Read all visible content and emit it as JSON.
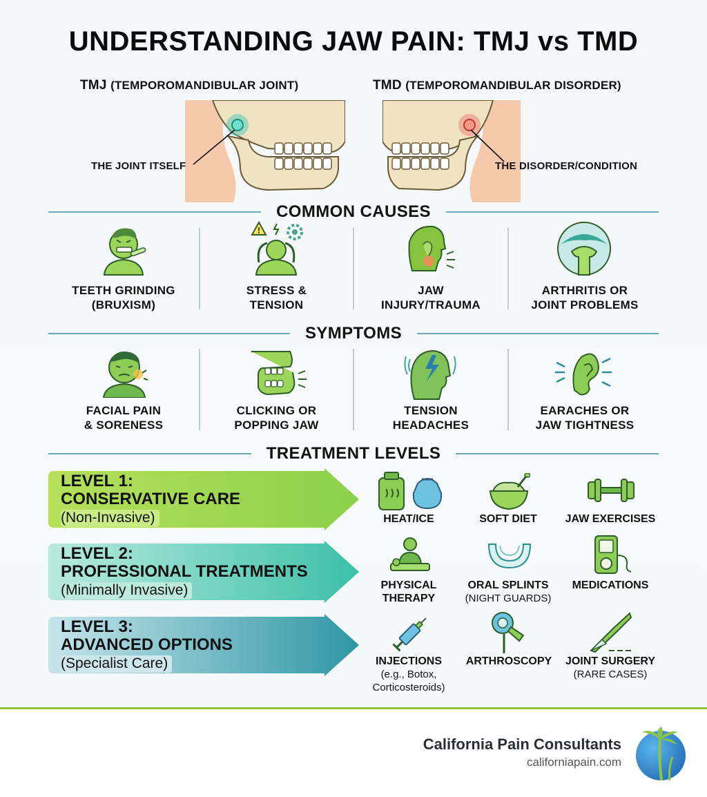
{
  "title": "UNDERSTANDING JAW PAIN: TMJ vs TMD",
  "tmj": {
    "abbr": "TMJ",
    "full": "(TEMPOROMANDIBULAR JOINT)",
    "callout": "THE JOINT ITSELF"
  },
  "tmd": {
    "abbr": "TMD",
    "full": "(TEMPOROMANDIBULAR DISORDER)",
    "callout": "THE DISORDER/CONDITION"
  },
  "causes": {
    "heading": "COMMON CAUSES",
    "items": [
      {
        "line1": "TEETH GRINDING",
        "line2": "(BRUXISM)",
        "icon": "teeth-grinding-icon"
      },
      {
        "line1": "STRESS &",
        "line2": "TENSION",
        "icon": "stress-icon"
      },
      {
        "line1": "JAW",
        "line2": "INJURY/TRAUMA",
        "icon": "jaw-injury-icon"
      },
      {
        "line1": "ARTHRITIS OR",
        "line2": "JOINT PROBLEMS",
        "icon": "arthritis-joint-icon"
      }
    ]
  },
  "symptoms": {
    "heading": "SYMPTOMS",
    "items": [
      {
        "line1": "FACIAL PAIN",
        "line2": "& SORENESS",
        "icon": "facial-pain-icon"
      },
      {
        "line1": "CLICKING OR",
        "line2": "POPPING JAW",
        "icon": "clicking-jaw-icon"
      },
      {
        "line1": "TENSION",
        "line2": "HEADACHES",
        "icon": "headache-icon"
      },
      {
        "line1": "EARACHES OR",
        "line2": "JAW TIGHTNESS",
        "icon": "earache-icon"
      }
    ]
  },
  "treatment": {
    "heading": "TREATMENT LEVELS",
    "levels": [
      {
        "line1": "LEVEL 1:",
        "line2": "CONSERVATIVE CARE",
        "sub": "(Non-Invasive)",
        "options": [
          {
            "line1": "HEAT/ICE",
            "line2": "",
            "icon": "heat-ice-icon"
          },
          {
            "line1": "SOFT DIET",
            "line2": "",
            "icon": "soft-diet-bowl-icon"
          },
          {
            "line1": "JAW EXERCISES",
            "line2": "",
            "icon": "dumbbell-icon"
          }
        ]
      },
      {
        "line1": "LEVEL 2:",
        "line2": "PROFESSIONAL TREATMENTS",
        "sub": "(Minimally Invasive)",
        "options": [
          {
            "line1": "PHYSICAL",
            "line2": "THERAPY",
            "icon": "physical-therapy-icon"
          },
          {
            "line1": "ORAL SPLINTS",
            "line2": "(NIGHT GUARDS)",
            "icon": "night-guard-icon"
          },
          {
            "line1": "MEDICATIONS",
            "line2": "",
            "icon": "medication-device-icon"
          }
        ]
      },
      {
        "line1": "LEVEL 3:",
        "line2": "ADVANCED OPTIONS",
        "sub": "(Specialist Care)",
        "options": [
          {
            "line1": "INJECTIONS",
            "line2": "(e.g., Botox,",
            "line3": "Corticosteroids)",
            "icon": "syringe-icon"
          },
          {
            "line1": "ARTHROSCOPY",
            "line2": "",
            "icon": "arthroscope-icon"
          },
          {
            "line1": "JOINT SURGERY",
            "line2": "(RARE CASES)",
            "icon": "scalpel-icon"
          }
        ]
      }
    ]
  },
  "footer": {
    "brand": "California Pain Consultants",
    "url": "californiapain.com",
    "logo_icon": "palm-tree-logo-icon"
  },
  "colors": {
    "accent_green": "#8cc63f",
    "accent_teal": "#34b3a0",
    "accent_blue_teal": "#2e8fa0",
    "icon_green": "#86c440",
    "highlight_teal": "#3cc6b4",
    "highlight_red": "#e8504f"
  }
}
